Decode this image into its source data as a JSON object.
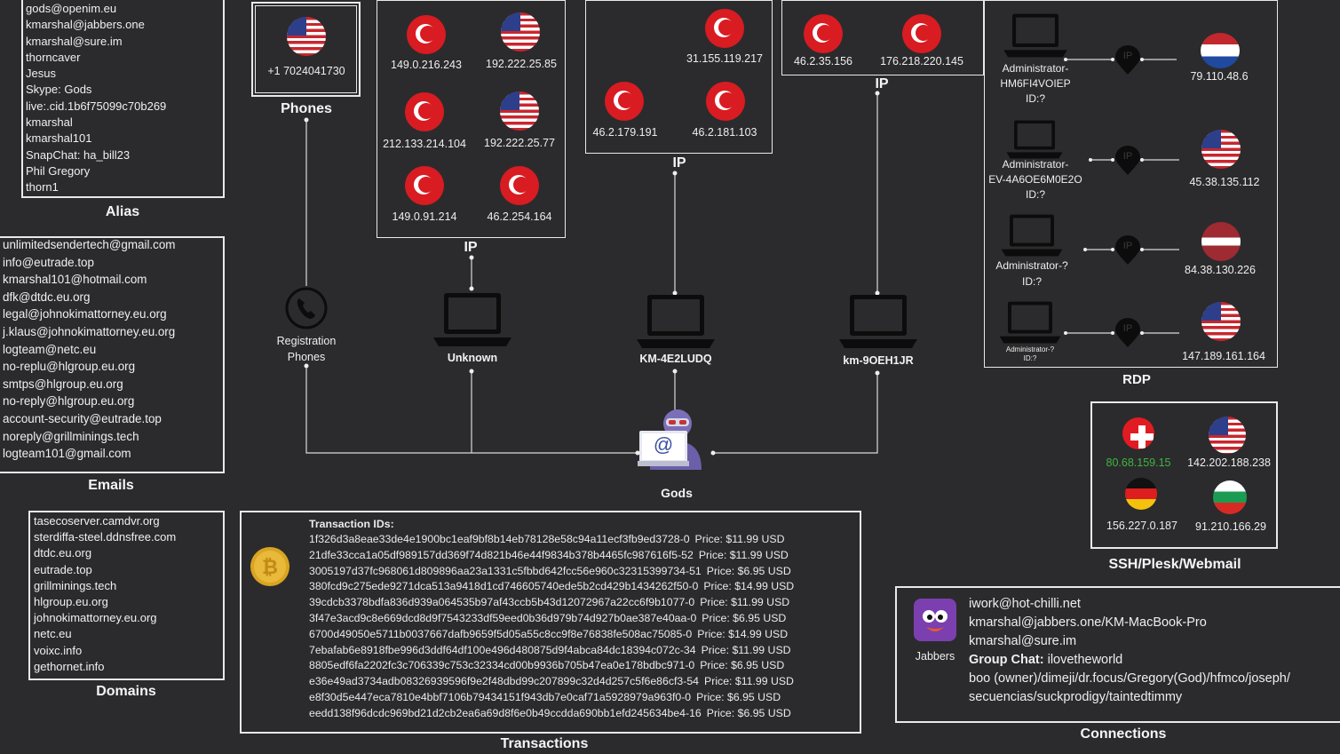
{
  "alias": {
    "title": "Alias",
    "items": [
      "gods@openim.eu",
      "kmarshal@jabbers.one",
      "kmarshal@sure.im",
      "thorncaver",
      "Jesus",
      "Skype: Gods",
      "live:.cid.1b6f75099c70b269",
      "kmarshal",
      "kmarshal101",
      "SnapChat: ha_bill23",
      "Phil Gregory",
      "thorn1"
    ]
  },
  "emails": {
    "title": "Emails",
    "items": [
      "unlimitedsendertech@gmail.com",
      "info@eutrade.top",
      "kmarshal101@hotmail.com",
      "dfk@dtdc.eu.org",
      "legal@johnokimattorney.eu.org",
      "j.klaus@johnokimattorney.eu.org",
      "logteam@netc.eu",
      "no-replu@hlgroup.eu.org",
      "smtps@hlgroup.eu.org",
      "no-reply@hlgroup.eu.org",
      "account-security@eutrade.top",
      "noreply@grillminings.tech",
      "logteam101@gmail.com"
    ]
  },
  "domains": {
    "title": "Domains",
    "items": [
      "tasecoserver.camdvr.org",
      "sterdiffa-steel.ddnsfree.com",
      "dtdc.eu.org",
      "eutrade.top",
      "grillminings.tech",
      "hlgroup.eu.org",
      "johnokimattorney.eu.org",
      "netc.eu",
      "voixc.info",
      "gethornet.info"
    ]
  },
  "phones": {
    "title": "Phones",
    "number": "+1 7024041730"
  },
  "registration": {
    "label_line1": "Registration",
    "label_line2": "Phones"
  },
  "ip_groups": {
    "label": "IP",
    "group1": [
      "149.0.216.243",
      "192.222.25.85",
      "212.133.214.104",
      "192.222.25.77",
      "149.0.91.214",
      "46.2.254.164"
    ],
    "group2": [
      "31.155.119.217",
      "46.2.179.191",
      "46.2.181.103"
    ],
    "group3": [
      "46.2.35.156",
      "176.218.220.145"
    ]
  },
  "devices": {
    "d1": "Unknown",
    "d2": "KM-4E2LUDQ",
    "d3": "km-9OEH1JR"
  },
  "center": {
    "label": "Gods",
    "at": "@"
  },
  "rdp": {
    "title": "RDP",
    "ip_tag": "IP",
    "rows": [
      {
        "l1": "Administrator-",
        "l2": "HM6FI4VOIEP",
        "l3": "ID:?",
        "ip": "79.110.48.6"
      },
      {
        "l1": "Administrator-",
        "l2": "EV-4A6OE6M0E2O",
        "l3": "ID:?",
        "ip": "45.38.135.112"
      },
      {
        "l1": "Administrator-?",
        "l2": "ID:?",
        "ip": "84.38.130.226"
      },
      {
        "l1": "Administrator-?",
        "l2": "ID:?",
        "ip": "147.189.161.164"
      }
    ]
  },
  "ssh": {
    "title": "SSH/Plesk/Webmail",
    "ips": [
      "80.68.159.15",
      "142.202.188.238",
      "156.227.0.187",
      "91.210.166.29"
    ],
    "highlight_color": "#3fb43f"
  },
  "transactions": {
    "title": "Transactions",
    "header": "Transaction IDs:",
    "rows": [
      {
        "id": "1f326d3a8eae33de4e1900bc1eaf9bf8b14eb78128e58c94a11ecf3fb9ed3728-0",
        "price": "Price: $11.99 USD"
      },
      {
        "id": "21dfe33cca1a05df989157dd369f74d821b46e44f9834b378b4465fc987616f5-52",
        "price": "Price: $11.99 USD"
      },
      {
        "id": "3005197d37fc968061d809896aa23a1331c5fbbd642fcc56e960c32315399734-51",
        "price": "Price: $6.95 USD"
      },
      {
        "id": "380fcd9c275ede9271dca513a9418d1cd746605740ede5b2cd429b1434262f50-0",
        "price": "Price: $14.99 USD"
      },
      {
        "id": "39cdcb3378bdfa836d939a064535b97af43ccb5b43d12072967a22cc6f9b1077-0",
        "price": "Price: $11.99 USD"
      },
      {
        "id": "3f47e3acd9c8e669dcd8d9f7543233df59eed0b36d979b74d927b0ae387e40aa-0",
        "price": "Price: $6.95 USD"
      },
      {
        "id": "6700d49050e5711b0037667dafb9659f5d05a55c8cc9f8e76838fe508ac75085-0",
        "price": "Price: $14.99 USD"
      },
      {
        "id": "7ebafab6e8918fbe996d3ddf64df100e496d480875d9f4abca84dc18394c072c-34",
        "price": "Price: $11.99 USD"
      },
      {
        "id": "8805edf6fa2202fc3c706339c753c32334cd00b9936b705b47ea0e178bdbc971-0",
        "price": "Price: $6.95 USD"
      },
      {
        "id": "e36e49ad3734adb08326939596f9e2f48dbd99c207899c32d4d257c5f6e86cf3-54",
        "price": "Price: $11.99 USD"
      },
      {
        "id": "e8f30d5e447eca7810e4bbf7106b79434151f943db7e0caf71a5928979a963f0-0",
        "price": "Price: $6.95 USD"
      },
      {
        "id": "eedd138f96dcdc969bd21d2cb2ea6a69d8f6e0b49ccdda690bb1efd245634be4-16",
        "price": "Price: $6.95 USD"
      }
    ]
  },
  "connections": {
    "title": "Connections",
    "app_label": "Jabbers",
    "lines": [
      "iwork@hot-chilli.net",
      "kmarshal@jabbers.one/KM-MacBook-Pro",
      "kmarshal@sure.im"
    ],
    "group_label": "Group Chat:",
    "group_name": "ilovetheworld",
    "members_line1": "boo (owner)/dimeji/dr.focus/Gregory(God)/hfmco/joseph/",
    "members_line2": "secuencias/suckprodigy/taintedtimmy"
  }
}
